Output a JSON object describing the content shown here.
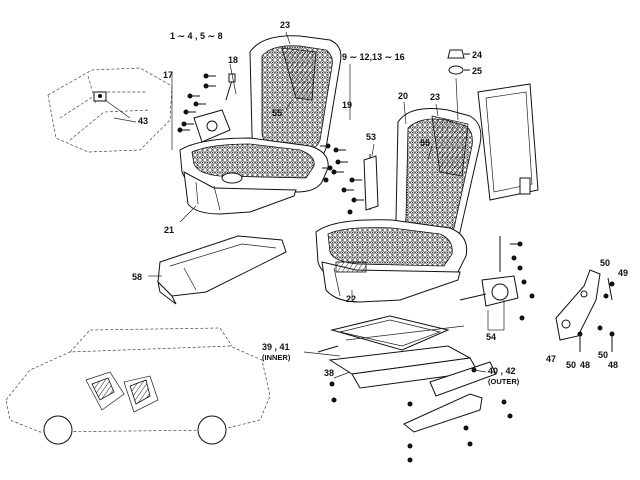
{
  "labels": {
    "l_1_4_5_8": "1 ∼ 4 , 5 ∼ 8",
    "l_9_16": "9 ∼ 12,13 ∼ 16",
    "l17": "17",
    "l18": "18",
    "l19": "19",
    "l20": "20",
    "l21": "21",
    "l22": "22",
    "l23a": "23",
    "l23b": "23",
    "l24": "24",
    "l25": "25",
    "l38": "38",
    "l39_41": "39 , 41",
    "l_inner": "(INNER)",
    "l40_42": "40 , 42",
    "l_outer": "(OUTER)",
    "l43": "43",
    "l47": "47",
    "l48a": "48",
    "l48b": "48",
    "l49": "49",
    "l50a": "50",
    "l50b": "50",
    "l50c": "50",
    "l53": "53",
    "l54": "54",
    "l55a": "55",
    "l55b": "55",
    "l58": "58"
  }
}
